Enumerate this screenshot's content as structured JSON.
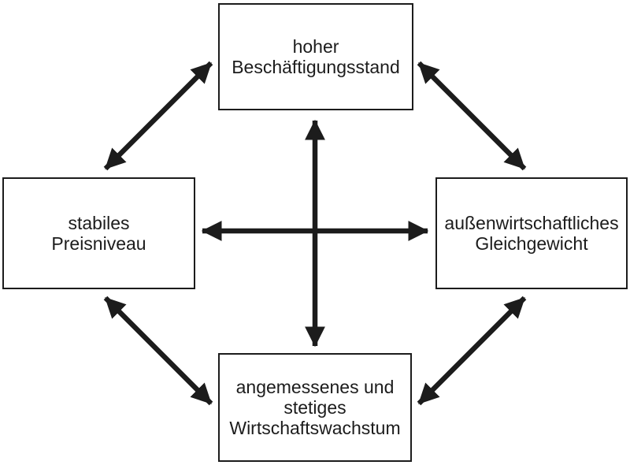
{
  "colors": {
    "ink": "#1c1c1c",
    "background": "#ffffff",
    "box_fill": "#ffffff"
  },
  "diagram": {
    "nodes": [
      {
        "id": "top",
        "label": "hoher Beschäftigungsstand",
        "lines": [
          "hoher",
          "Beschäftigungsstand"
        ]
      },
      {
        "id": "left",
        "label": "stabiles Preisniveau",
        "lines": [
          "stabiles",
          "Preisniveau"
        ]
      },
      {
        "id": "right",
        "label": "außenwirtschaftliches Gleichgewicht",
        "lines": [
          "außenwirtschaftliches",
          "Gleichgewicht"
        ]
      },
      {
        "id": "bottom",
        "label": "angemessenes und stetiges Wirtschaftswachstum",
        "lines": [
          "angemessenes und",
          "stetiges",
          "Wirtschaftswachstum"
        ]
      }
    ],
    "edges": [
      {
        "from": "left",
        "to": "top",
        "bidirectional": true
      },
      {
        "from": "top",
        "to": "right",
        "bidirectional": true
      },
      {
        "from": "left",
        "to": "bottom",
        "bidirectional": true
      },
      {
        "from": "bottom",
        "to": "right",
        "bidirectional": true
      },
      {
        "from": "left",
        "to": "right",
        "bidirectional": true
      },
      {
        "from": "top",
        "to": "bottom",
        "bidirectional": true
      }
    ]
  }
}
